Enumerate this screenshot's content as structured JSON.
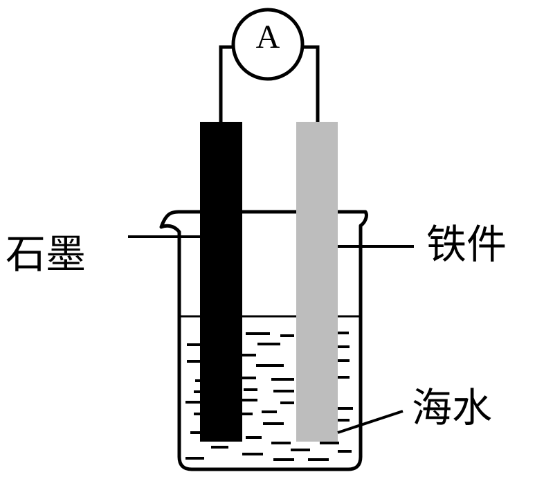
{
  "meter": {
    "label": "A"
  },
  "labels": {
    "left_electrode": "石墨",
    "right_electrode": "铁件",
    "solution": "海水"
  },
  "colors": {
    "graphite": "#000000",
    "iron": "#bdbdbd",
    "line": "#000000"
  }
}
